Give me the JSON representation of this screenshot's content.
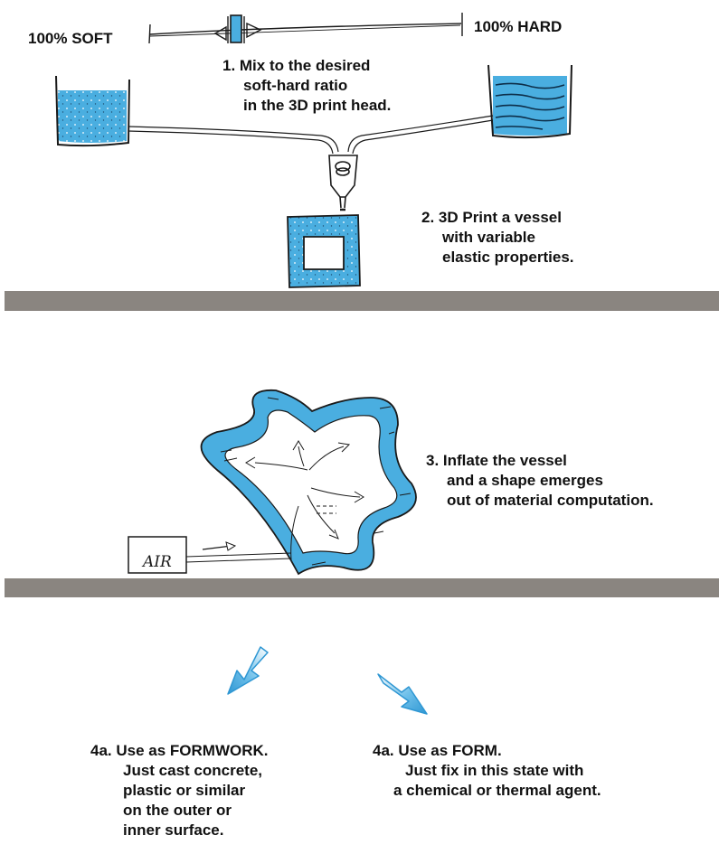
{
  "colors": {
    "ink": "#1a1a1a",
    "fluid": "#4aaee0",
    "fluid_dark": "#1f86c6",
    "ground": "#8a8580",
    "paper": "#ffffff"
  },
  "scale": {
    "soft_label": "100% SOFT",
    "hard_label": "100% HARD"
  },
  "step1": {
    "lines": [
      "1. Mix to the desired",
      "soft-hard ratio",
      "in the 3D print head."
    ]
  },
  "step2": {
    "lines": [
      "2. 3D Print a vessel",
      "with variable",
      "elastic properties."
    ]
  },
  "step3": {
    "lines": [
      "3. Inflate the vessel",
      "and a shape emerges",
      "out of material computation."
    ],
    "air_label": "AIR"
  },
  "step4a_formwork": {
    "lines": [
      "4a. Use as FORMWORK.",
      "Just cast concrete,",
      "plastic or similar",
      "on the outer or",
      "inner surface."
    ]
  },
  "step4a_form": {
    "lines": [
      "4a. Use as FORM.",
      "Just fix in this state with",
      "a chemical or thermal agent."
    ]
  }
}
